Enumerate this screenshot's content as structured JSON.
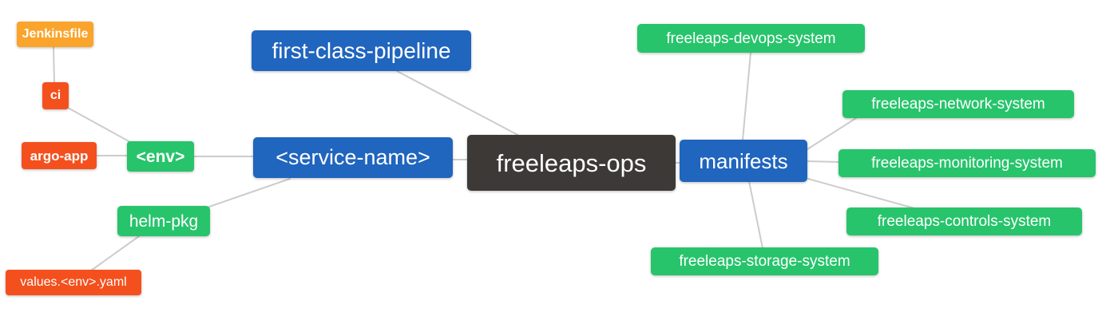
{
  "diagram": {
    "type": "mindmap",
    "background_color": "#ffffff",
    "connector_color": "#cccccc",
    "node_colors": {
      "blue": "#2065be",
      "green": "#27c46b",
      "red": "#f4501d",
      "orange": "#faa42b",
      "dark": "#3c3937"
    },
    "nodes": {
      "jenkinsfile": {
        "label": "Jenkinsfile",
        "color": "#faa42b"
      },
      "ci": {
        "label": "ci",
        "color": "#f4501d"
      },
      "argo_app": {
        "label": "argo-app",
        "color": "#f4501d"
      },
      "env": {
        "label": "<env>",
        "color": "#27c46b"
      },
      "first_class_pipeline": {
        "label": "first-class-pipeline",
        "color": "#2065be"
      },
      "service_name": {
        "label": "<service-name>",
        "color": "#2065be"
      },
      "freeleaps_ops": {
        "label": "freeleaps-ops",
        "color": "#3c3937"
      },
      "manifests": {
        "label": "manifests",
        "color": "#2065be"
      },
      "helm_pkg": {
        "label": "helm-pkg",
        "color": "#27c46b"
      },
      "values_env_yaml": {
        "label": "values.<env>.yaml",
        "color": "#f4501d"
      },
      "devops_system": {
        "label": "freeleaps-devops-system",
        "color": "#27c46b"
      },
      "network_system": {
        "label": "freeleaps-network-system",
        "color": "#27c46b"
      },
      "monitoring_system": {
        "label": "freeleaps-monitoring-system",
        "color": "#27c46b"
      },
      "controls_system": {
        "label": "freeleaps-controls-system",
        "color": "#27c46b"
      },
      "storage_system": {
        "label": "freeleaps-storage-system",
        "color": "#27c46b"
      }
    },
    "edges": [
      [
        "jenkinsfile",
        "ci"
      ],
      [
        "ci",
        "env"
      ],
      [
        "argo_app",
        "env"
      ],
      [
        "env",
        "service_name"
      ],
      [
        "helm_pkg",
        "service_name"
      ],
      [
        "values_env_yaml",
        "helm_pkg"
      ],
      [
        "first_class_pipeline",
        "freeleaps_ops"
      ],
      [
        "service_name",
        "freeleaps_ops"
      ],
      [
        "freeleaps_ops",
        "manifests"
      ],
      [
        "devops_system",
        "manifests"
      ],
      [
        "manifests",
        "network_system"
      ],
      [
        "manifests",
        "monitoring_system"
      ],
      [
        "manifests",
        "controls_system"
      ],
      [
        "manifests",
        "storage_system"
      ]
    ]
  }
}
